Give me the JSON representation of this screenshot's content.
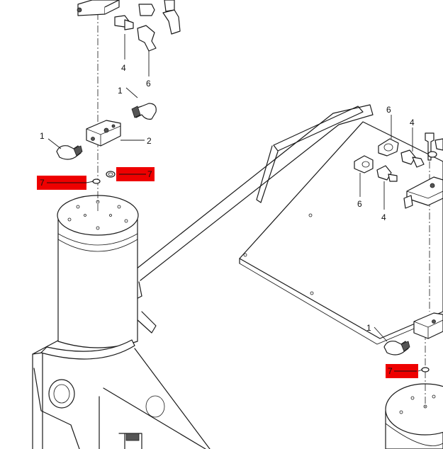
{
  "callouts": {
    "c4_top": "4",
    "c6_top": "6",
    "c1_top": "1",
    "c1_left": "1",
    "c2": "2",
    "c6_right": "6",
    "c4_right": "4",
    "c6_lower": "6",
    "c4_lower": "4",
    "c1_bottom": "1"
  },
  "highlights": {
    "h7_left": "7",
    "h7_mid": "7",
    "h7_right": "7"
  },
  "colors": {
    "highlight": "#ee0000",
    "line": "#1a1a1a"
  }
}
